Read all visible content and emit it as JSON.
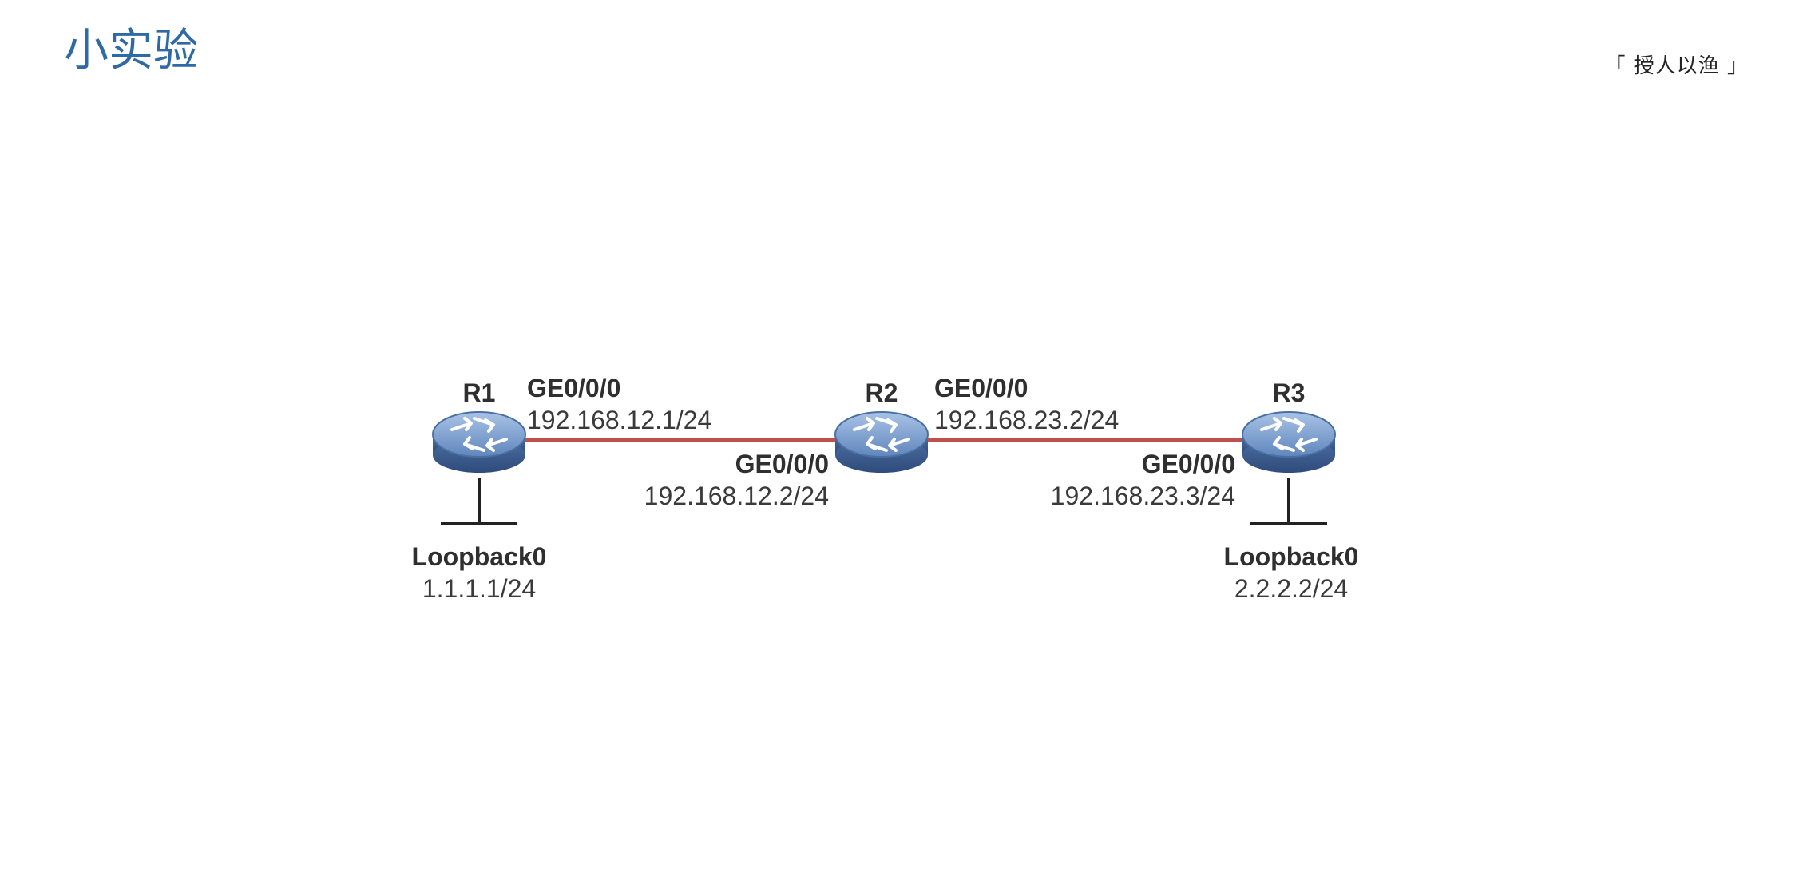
{
  "slide": {
    "title": "小实验",
    "tag": "「 授人以渔 」"
  },
  "colors": {
    "title": "#2e6aa6",
    "link": "#c0504d",
    "router_top": "#7ea2cf",
    "router_side": "#3d5f91"
  },
  "routers": [
    {
      "name": "R1",
      "icon": "router-icon"
    },
    {
      "name": "R2",
      "icon": "router-icon"
    },
    {
      "name": "R3",
      "icon": "router-icon"
    }
  ],
  "links": [
    {
      "left_if": "GE0/0/0",
      "left_ip": "192.168.12.1/24",
      "right_if": "GE0/0/0",
      "right_ip": "192.168.12.2/24"
    },
    {
      "left_if": "GE0/0/0",
      "left_ip": "192.168.23.2/24",
      "right_if": "GE0/0/0",
      "right_ip": "192.168.23.3/24"
    }
  ],
  "loopbacks": [
    {
      "name": "Loopback0",
      "ip": "1.1.1.1/24"
    },
    {
      "name": "Loopback0",
      "ip": "2.2.2.2/24"
    }
  ]
}
